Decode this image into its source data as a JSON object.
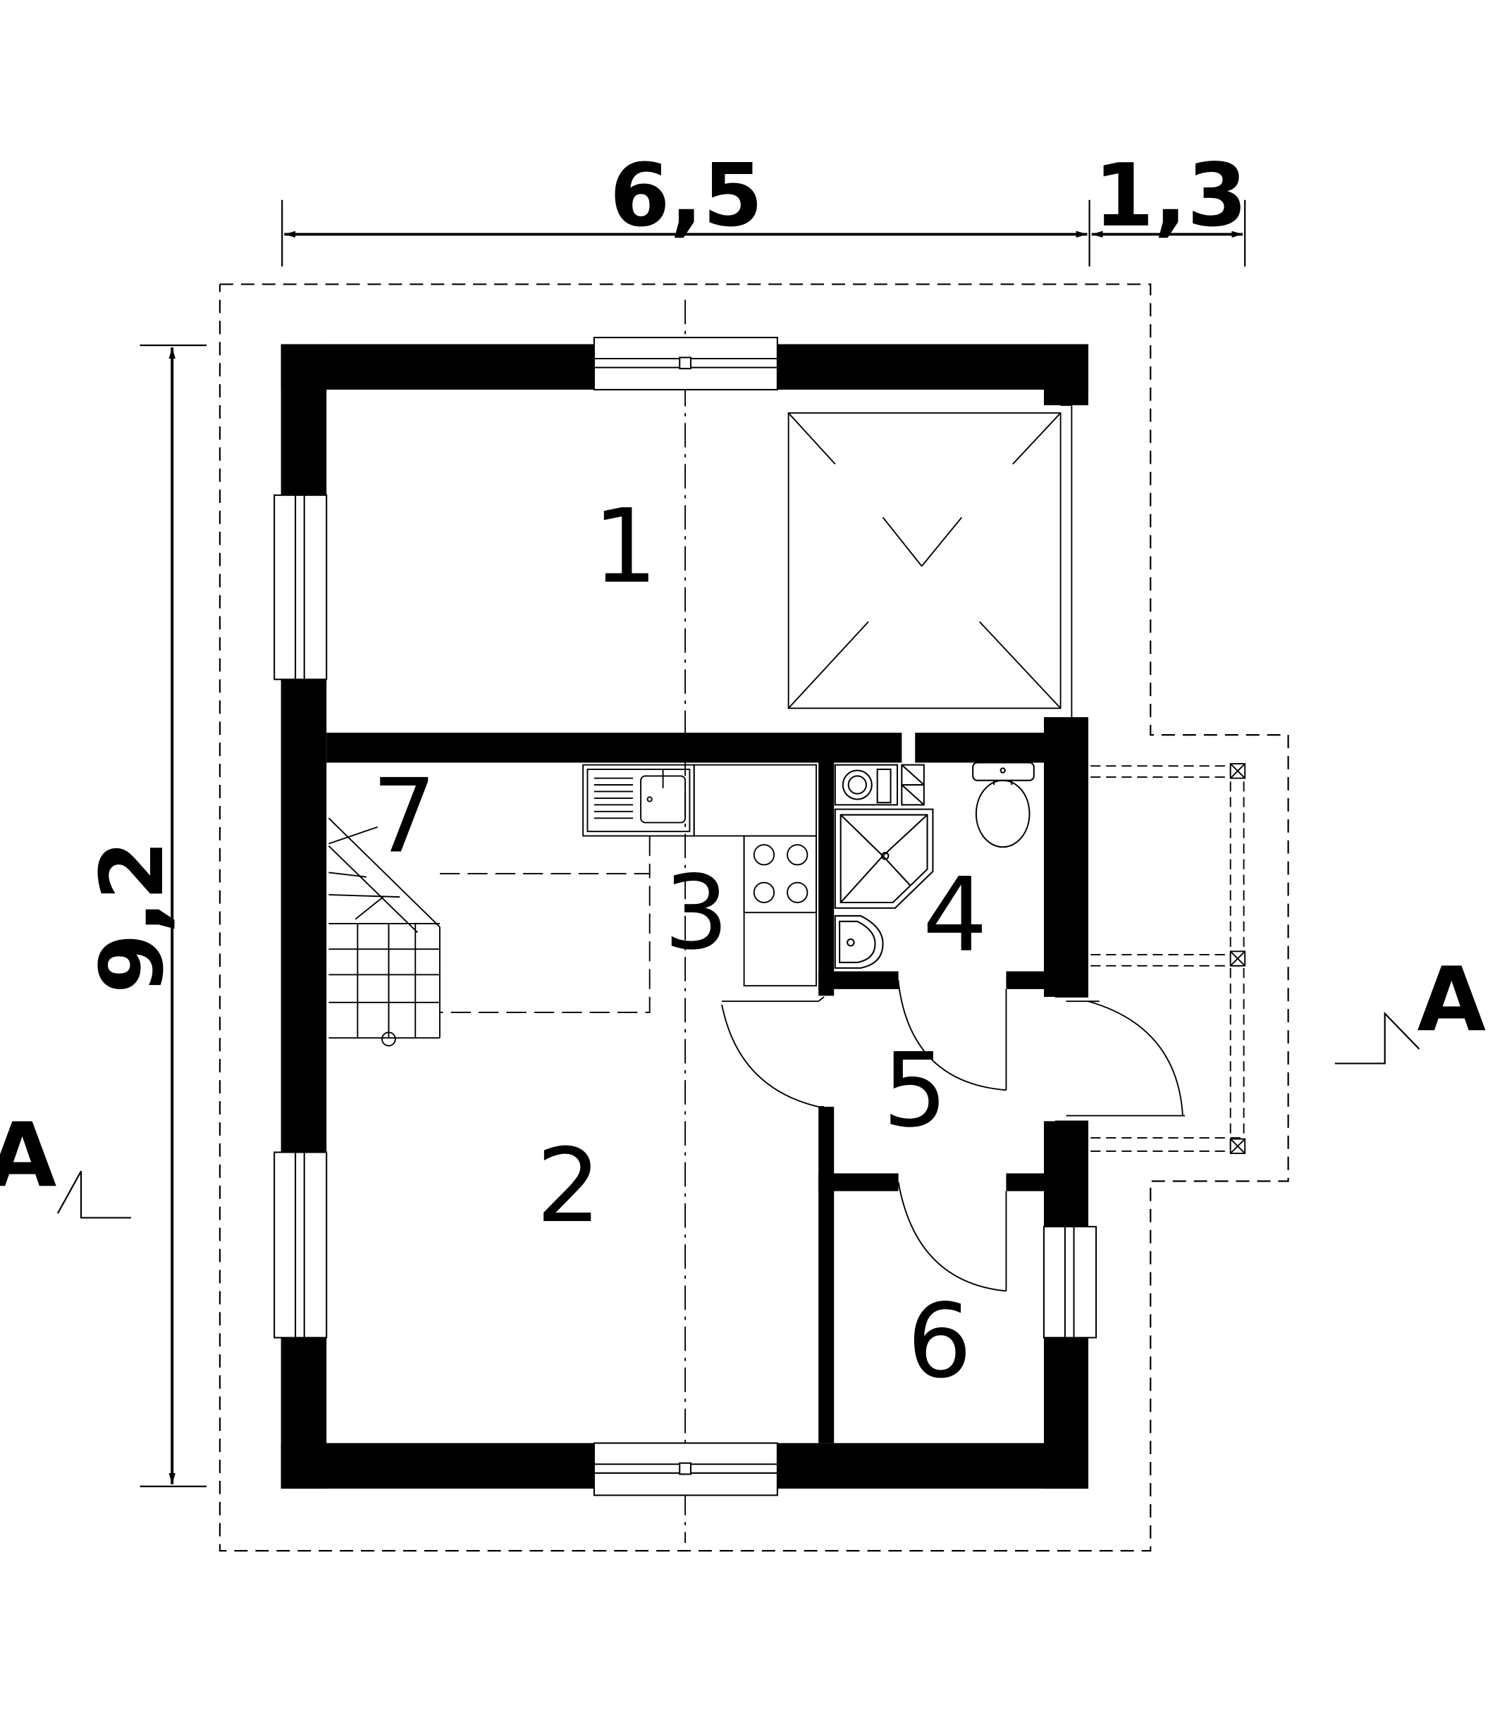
{
  "dimensions": {
    "width_main": "6,5",
    "width_porch": "1,3",
    "height": "9,2"
  },
  "rooms": [
    "1",
    "2",
    "3",
    "4",
    "5",
    "6",
    "7"
  ],
  "section_marker": "A",
  "colors": {
    "wall": "#000000",
    "line": "#000000",
    "background": "#ffffff"
  }
}
